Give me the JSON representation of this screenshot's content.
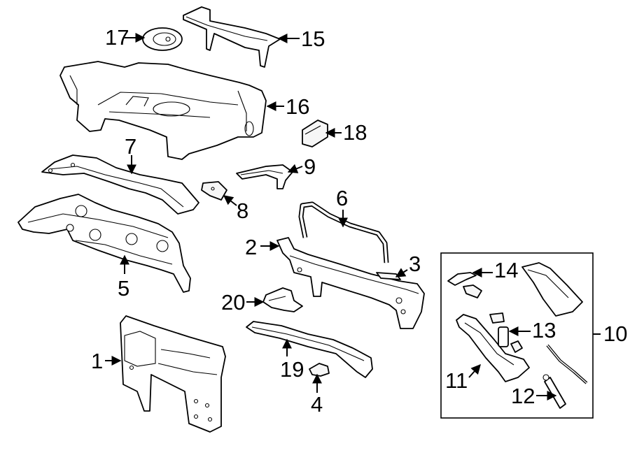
{
  "diagram": {
    "callouts": [
      "1",
      "2",
      "3",
      "4",
      "5",
      "6",
      "7",
      "8",
      "9",
      "10",
      "11",
      "12",
      "13",
      "14",
      "15",
      "16",
      "17",
      "18",
      "19",
      "20"
    ],
    "colors": {
      "line": "#000000",
      "background": "#ffffff"
    }
  }
}
